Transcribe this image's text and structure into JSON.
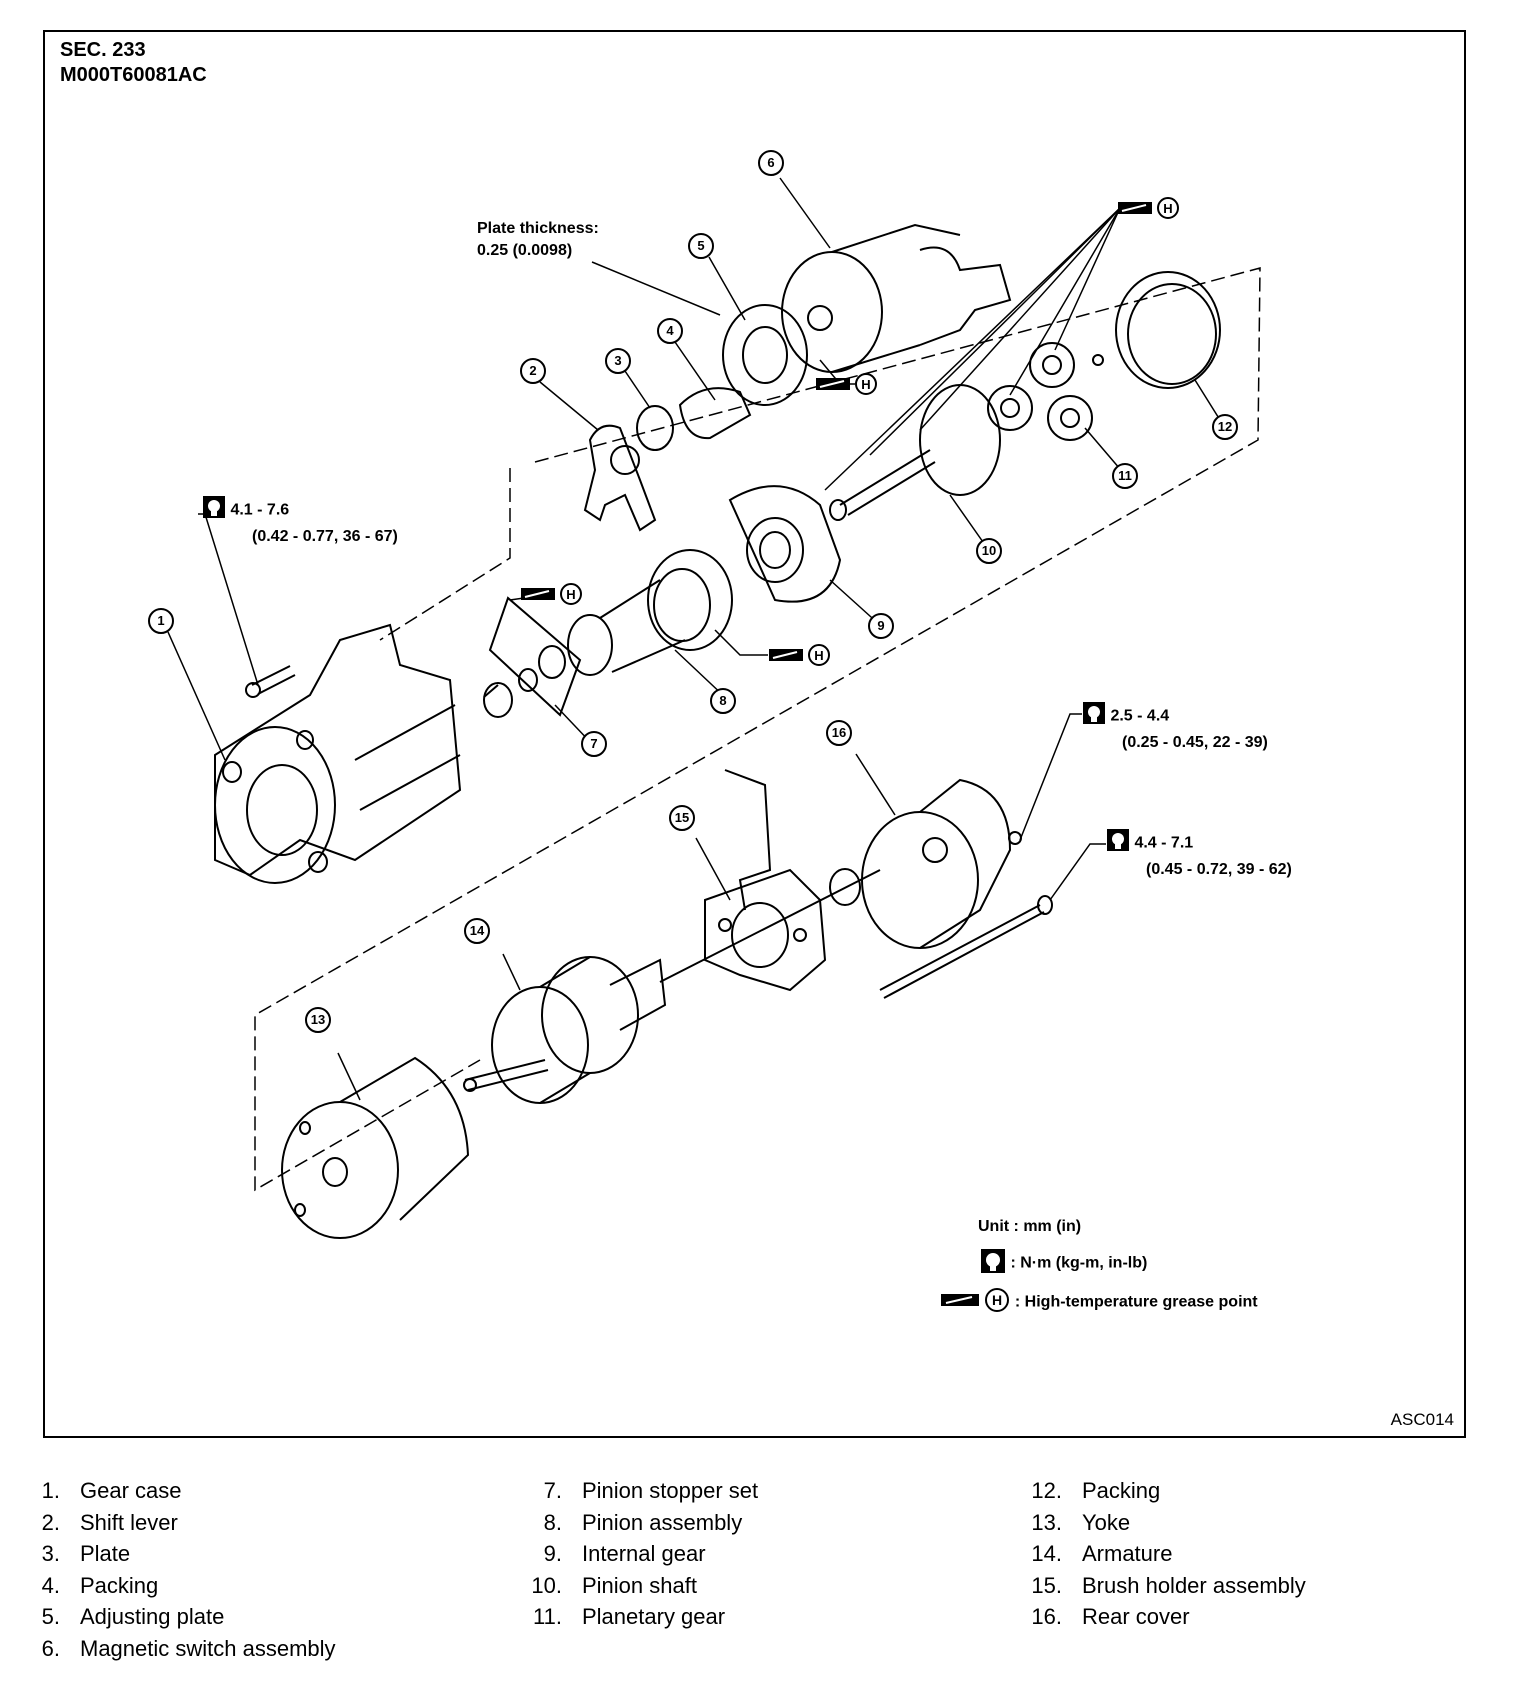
{
  "header": {
    "section": "SEC. 233",
    "code": "M000T60081AC"
  },
  "figure_id": "ASC014",
  "plate_note": {
    "label": "Plate thickness:",
    "value": "0.25 (0.0098)"
  },
  "callouts": [
    "1",
    "2",
    "3",
    "4",
    "5",
    "6",
    "7",
    "8",
    "9",
    "10",
    "11",
    "12",
    "13",
    "14",
    "15",
    "16"
  ],
  "torques": [
    {
      "range": "4.1 - 7.6",
      "detail": "(0.42 - 0.77, 36 - 67)"
    },
    {
      "range": "2.5 - 4.4",
      "detail": "(0.25 - 0.45, 22 - 39)"
    },
    {
      "range": "4.4 - 7.1",
      "detail": "(0.45 - 0.72, 39 - 62)"
    }
  ],
  "grease_marker": "H",
  "units": {
    "unit": "Unit : mm (in)",
    "torque": ": N·m (kg-m, in-lb)",
    "grease": ": High-temperature grease point"
  },
  "parts": {
    "col1": [
      {
        "n": "1.",
        "name": "Gear case"
      },
      {
        "n": "2.",
        "name": "Shift lever"
      },
      {
        "n": "3.",
        "name": "Plate"
      },
      {
        "n": "4.",
        "name": "Packing"
      },
      {
        "n": "5.",
        "name": "Adjusting plate"
      },
      {
        "n": "6.",
        "name": "Magnetic switch assembly"
      }
    ],
    "col2": [
      {
        "n": "7.",
        "name": "Pinion stopper set"
      },
      {
        "n": "8.",
        "name": "Pinion assembly"
      },
      {
        "n": "9.",
        "name": "Internal gear"
      },
      {
        "n": "10.",
        "name": "Pinion shaft"
      },
      {
        "n": "11.",
        "name": "Planetary gear"
      }
    ],
    "col3": [
      {
        "n": "12.",
        "name": "Packing"
      },
      {
        "n": "13.",
        "name": "Yoke"
      },
      {
        "n": "14.",
        "name": "Armature"
      },
      {
        "n": "15.",
        "name": "Brush holder assembly"
      },
      {
        "n": "16.",
        "name": "Rear cover"
      }
    ]
  }
}
